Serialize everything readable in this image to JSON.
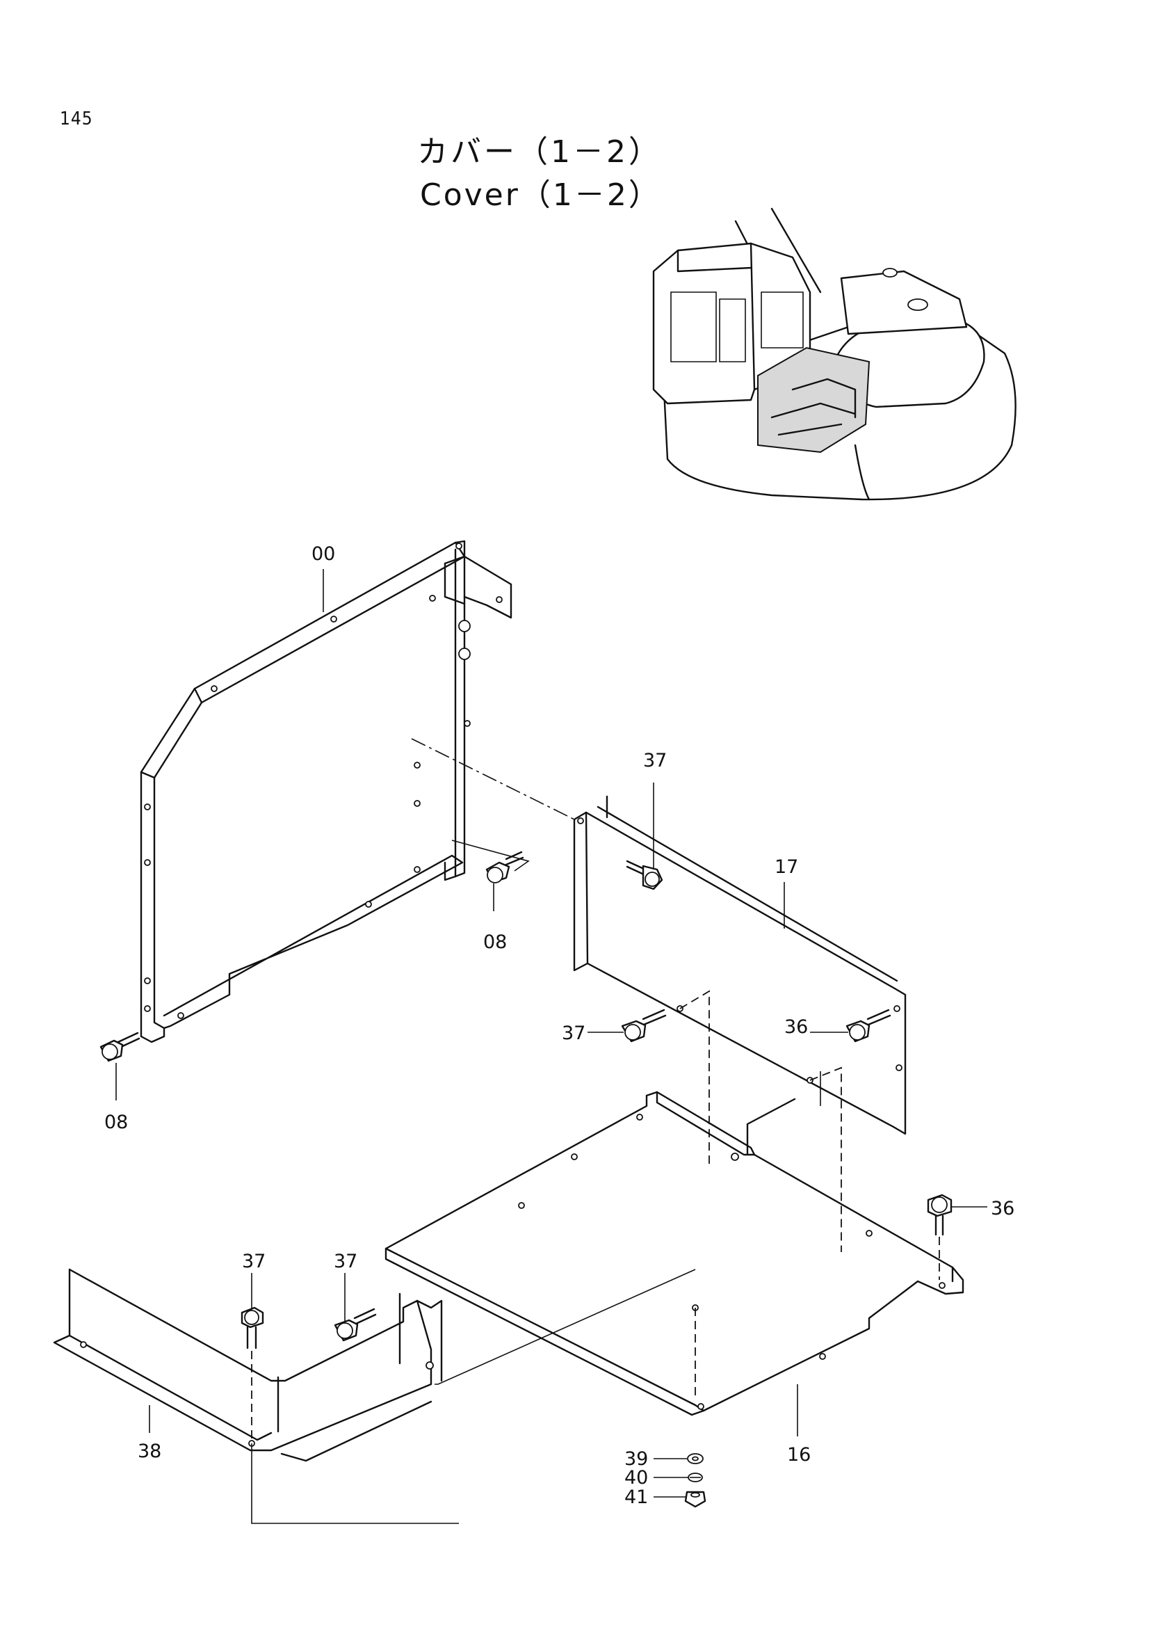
{
  "page": {
    "number": "145"
  },
  "title": {
    "japanese": "カバー（1－2）",
    "english": "Cover（1－2）"
  },
  "callouts": {
    "frame": "00",
    "bolt_frame_upper": "08",
    "bolt_frame_lower": "08",
    "bolt_37_top": "37",
    "panel": "17",
    "bolt_37_mid": "37",
    "bolt_36_mid": "36",
    "bolt_36_right": "36",
    "bolt_37_left_a": "37",
    "bolt_37_left_b": "37",
    "cover_left": "38",
    "plate": "16",
    "washer_39": "39",
    "washer_40": "40",
    "nut_41": "41"
  }
}
